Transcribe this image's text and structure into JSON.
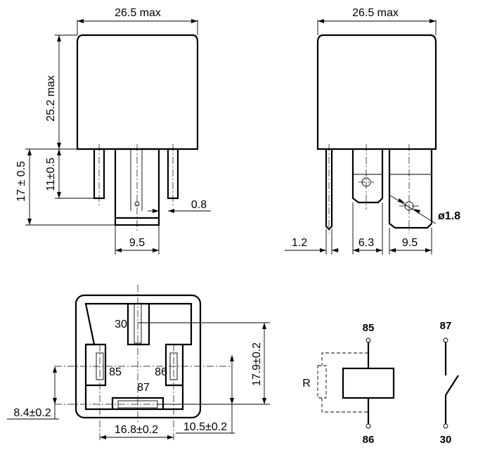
{
  "side_view_left": {
    "width_dim": "26.5 max",
    "height_dim": "25.2 max",
    "pin_len_dim": "11±0.5",
    "total_pin_dim": "17 ± 0.5",
    "pin_thick_dim": "0.8",
    "pin_width_dim": "9.5"
  },
  "side_view_right": {
    "width_dim": "26.5 max",
    "pin_thick_dim": "1.2",
    "pin_width_small_dim": "6.3",
    "pin_width_large_dim": "9.5",
    "hole_dim": "ø1.8"
  },
  "bottom_view": {
    "pin_30": "30",
    "pin_85": "85",
    "pin_86": "86",
    "pin_87": "87",
    "vert_dim": "17.9±0.2",
    "left_offset_dim": "8.4±0.2",
    "horiz_dim": "16.8±0.2",
    "right_offset_dim": "10.5±0.2"
  },
  "schematic": {
    "coil_top": "85",
    "coil_bottom": "86",
    "resistor_label": "R",
    "switch_top": "87",
    "switch_bottom": "30"
  }
}
